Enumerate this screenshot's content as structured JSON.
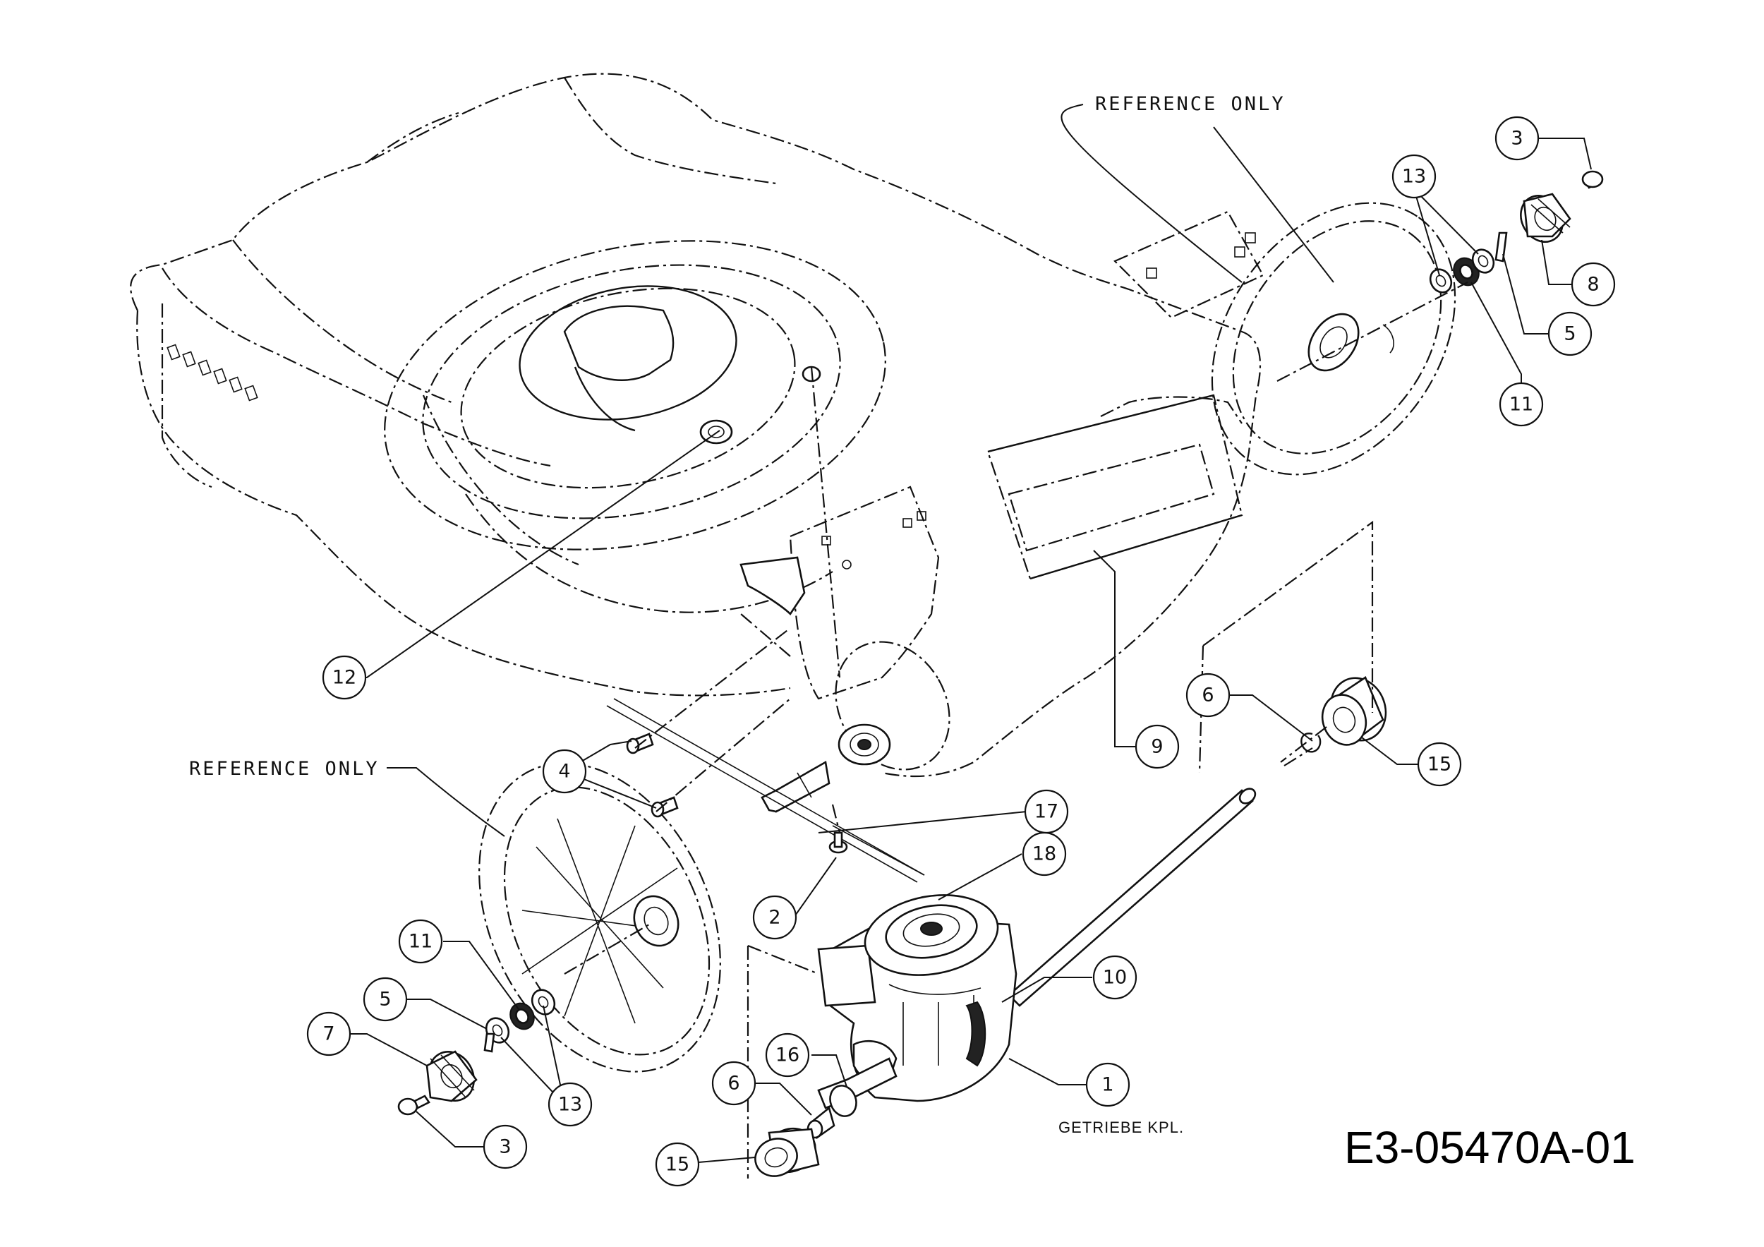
{
  "labels": {
    "reference_top": "REFERENCE ONLY",
    "reference_left": "REFERENCE ONLY",
    "gearbox_caption": "GETRIEBE KPL.",
    "drawing_code": "E3-05470A-01"
  },
  "callouts": [
    {
      "id": "c3-top",
      "num": "3"
    },
    {
      "id": "c13-top",
      "num": "13"
    },
    {
      "id": "c8",
      "num": "8"
    },
    {
      "id": "c5-top",
      "num": "5"
    },
    {
      "id": "c11-top",
      "num": "11"
    },
    {
      "id": "c12",
      "num": "12"
    },
    {
      "id": "c6-right",
      "num": "6"
    },
    {
      "id": "c9",
      "num": "9"
    },
    {
      "id": "c15-right",
      "num": "15"
    },
    {
      "id": "c4",
      "num": "4"
    },
    {
      "id": "c17",
      "num": "17"
    },
    {
      "id": "c18",
      "num": "18"
    },
    {
      "id": "c2",
      "num": "2"
    },
    {
      "id": "c11-left",
      "num": "11"
    },
    {
      "id": "c10",
      "num": "10"
    },
    {
      "id": "c5-left",
      "num": "5"
    },
    {
      "id": "c7",
      "num": "7"
    },
    {
      "id": "c16",
      "num": "16"
    },
    {
      "id": "c6-left",
      "num": "6"
    },
    {
      "id": "c1",
      "num": "1"
    },
    {
      "id": "c13-left",
      "num": "13"
    },
    {
      "id": "c3-left",
      "num": "3"
    },
    {
      "id": "c15-left",
      "num": "15"
    }
  ]
}
